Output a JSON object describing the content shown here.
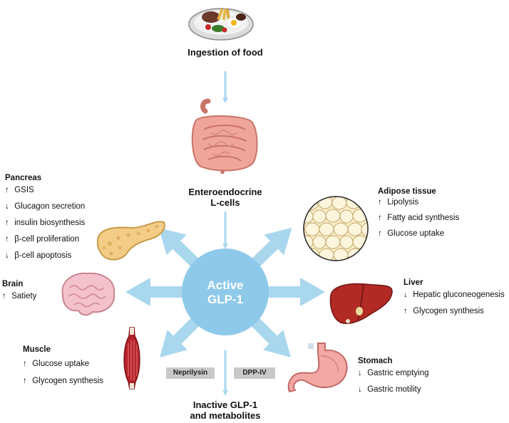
{
  "colors": {
    "arrow": "#a9d7ee",
    "glp_circle": "#8ec9ea",
    "badge_bg": "#c9c9c9"
  },
  "food": {
    "title": "Ingestion of food",
    "icon": "plate-food-icon"
  },
  "gut": {
    "title_line1": "Enteroendocrine",
    "title_line2": "L-cells",
    "icon": "intestine-icon"
  },
  "center": {
    "line1": "Active",
    "line2": "GLP-1"
  },
  "pancreas": {
    "title": "Pancreas",
    "icon": "pancreas-icon",
    "items": [
      {
        "dir": "↑",
        "text": "GSIS"
      },
      {
        "dir": "↓",
        "text": "Glucagon secretion"
      },
      {
        "dir": "↑",
        "text": "insulin biosynthesis"
      },
      {
        "dir": "↑",
        "text": "β-cell proliferation"
      },
      {
        "dir": "↓",
        "text": "β-cell apoptosis"
      }
    ]
  },
  "brain": {
    "title": "Brain",
    "icon": "brain-icon",
    "items": [
      {
        "dir": "↑",
        "text": "Satiety"
      }
    ]
  },
  "muscle": {
    "title": "Muscle",
    "icon": "muscle-icon",
    "items": [
      {
        "dir": "↑",
        "text": "Glucose uptake"
      },
      {
        "dir": "↑",
        "text": "Glycogen synthesis"
      }
    ]
  },
  "adipose": {
    "title": "Adipose tissue",
    "icon": "adipose-tissue-icon",
    "items": [
      {
        "dir": "↑",
        "text": "Lipolysis"
      },
      {
        "dir": "↑",
        "text": "Fatty acid synthesis"
      },
      {
        "dir": "↑",
        "text": "Glucose uptake"
      }
    ]
  },
  "liver": {
    "title": "Liver",
    "icon": "liver-icon",
    "items": [
      {
        "dir": "↓",
        "text": "Hepatic gluconeogenesis"
      },
      {
        "dir": "↑",
        "text": "Glycogen synthesis"
      }
    ]
  },
  "stomach": {
    "title": "Stomach",
    "icon": "stomach-icon",
    "items": [
      {
        "dir": "↓",
        "text": "Gastric emptying"
      },
      {
        "dir": "↓",
        "text": "Gastric motility"
      }
    ]
  },
  "enzymes": {
    "left": "Neprilysin",
    "right": "DPP-IV"
  },
  "inactive": {
    "line1": "Inactive GLP-1",
    "line2": "and metabolites"
  }
}
